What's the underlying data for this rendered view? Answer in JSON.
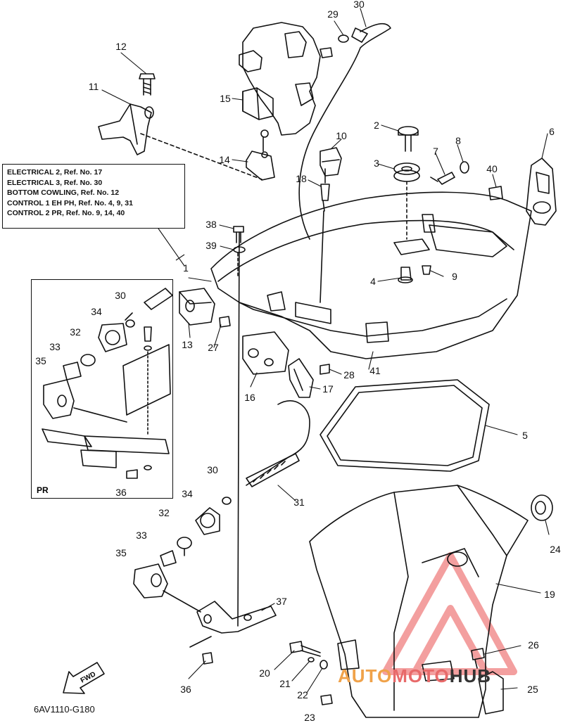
{
  "reference_box": {
    "lines": [
      "ELECTRICAL 2,  Ref. No. 17",
      "ELECTRICAL 3,  Ref. No. 30",
      "BOTTOM COWLING,  Ref. No. 12",
      "CONTROL 1 EH PH,  Ref. No. 4, 9, 31",
      "CONTROL 2 PR,  Ref. No. 9, 14, 40"
    ]
  },
  "inset_label": "PR",
  "drawing_code": "6AV1110-G180",
  "fwd_label": "FWD",
  "watermark": {
    "part1": "AUTO",
    "part2": "MOTO",
    "part3": "HUB"
  },
  "callouts": [
    "29",
    "30",
    "12",
    "11",
    "15",
    "14",
    "10",
    "2",
    "6",
    "7",
    "8",
    "3",
    "18",
    "40",
    "38",
    "39",
    "1",
    "4",
    "9",
    "30",
    "34",
    "32",
    "33",
    "35",
    "13",
    "27",
    "16",
    "28",
    "17",
    "41",
    "5",
    "31",
    "36",
    "PR",
    "30",
    "34",
    "32",
    "33",
    "35",
    "37",
    "24",
    "19",
    "26",
    "20",
    "21",
    "22",
    "23",
    "25",
    "36"
  ]
}
